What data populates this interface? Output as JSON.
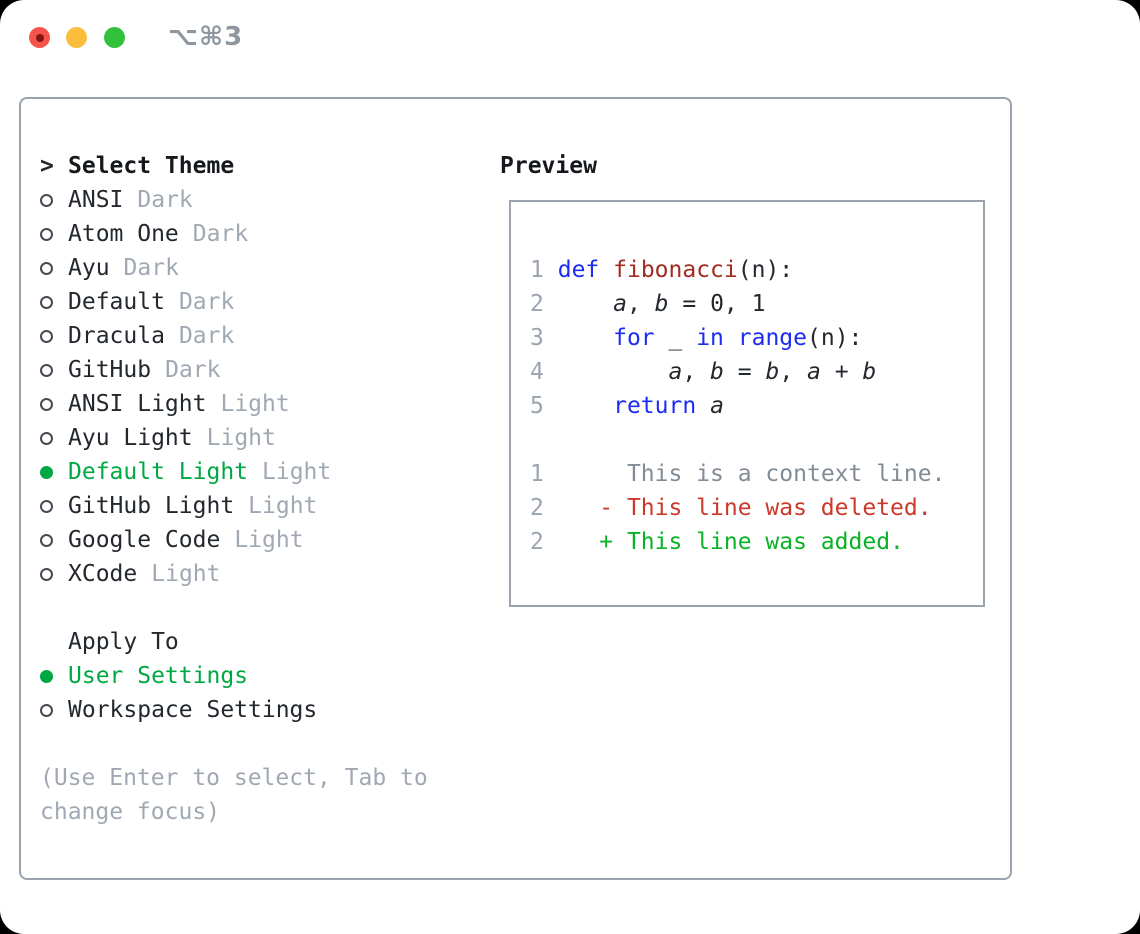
{
  "window": {
    "shortcut": "⌥⌘3"
  },
  "theme_list": {
    "prompt": ">",
    "title": "Select Theme",
    "items": [
      {
        "name": "ANSI",
        "variant": "Dark",
        "selected": false
      },
      {
        "name": "Atom One",
        "variant": "Dark",
        "selected": false
      },
      {
        "name": "Ayu",
        "variant": "Dark",
        "selected": false
      },
      {
        "name": "Default",
        "variant": "Dark",
        "selected": false
      },
      {
        "name": "Dracula",
        "variant": "Dark",
        "selected": false
      },
      {
        "name": "GitHub",
        "variant": "Dark",
        "selected": false
      },
      {
        "name": "ANSI Light",
        "variant": "Light",
        "selected": false
      },
      {
        "name": "Ayu Light",
        "variant": "Light",
        "selected": false
      },
      {
        "name": "Default Light",
        "variant": "Light",
        "selected": true
      },
      {
        "name": "GitHub Light",
        "variant": "Light",
        "selected": false
      },
      {
        "name": "Google Code",
        "variant": "Light",
        "selected": false
      },
      {
        "name": "XCode",
        "variant": "Light",
        "selected": false
      }
    ]
  },
  "apply_to": {
    "title": "Apply To",
    "options": [
      {
        "label": "User Settings",
        "selected": true
      },
      {
        "label": "Workspace Settings",
        "selected": false
      }
    ]
  },
  "help_text": "(Use Enter to select, Tab to change focus)",
  "preview": {
    "title": "Preview",
    "lines": [
      {
        "kind": "code",
        "tokens": [
          {
            "t": "1",
            "c": "ln"
          },
          {
            "t": " ",
            "c": "pl"
          },
          {
            "t": "def",
            "c": "kw"
          },
          {
            "t": " ",
            "c": "pl"
          },
          {
            "t": "fibonacci",
            "c": "fn"
          },
          {
            "t": "(n):",
            "c": "pl"
          }
        ]
      },
      {
        "kind": "code",
        "tokens": [
          {
            "t": "2",
            "c": "ln"
          },
          {
            "t": "     ",
            "c": "pl"
          },
          {
            "t": "a",
            "c": "var"
          },
          {
            "t": ", ",
            "c": "pl"
          },
          {
            "t": "b",
            "c": "var"
          },
          {
            "t": " = 0, 1",
            "c": "pl"
          }
        ]
      },
      {
        "kind": "code",
        "tokens": [
          {
            "t": "3",
            "c": "ln"
          },
          {
            "t": "     ",
            "c": "pl"
          },
          {
            "t": "for",
            "c": "kw"
          },
          {
            "t": " _ ",
            "c": "pl"
          },
          {
            "t": "in",
            "c": "kw"
          },
          {
            "t": " ",
            "c": "pl"
          },
          {
            "t": "range",
            "c": "kw"
          },
          {
            "t": "(n):",
            "c": "pl"
          }
        ]
      },
      {
        "kind": "code",
        "tokens": [
          {
            "t": "4",
            "c": "ln"
          },
          {
            "t": "         ",
            "c": "pl"
          },
          {
            "t": "a",
            "c": "var"
          },
          {
            "t": ", ",
            "c": "pl"
          },
          {
            "t": "b",
            "c": "var"
          },
          {
            "t": " = ",
            "c": "pl"
          },
          {
            "t": "b",
            "c": "var"
          },
          {
            "t": ", ",
            "c": "pl"
          },
          {
            "t": "a",
            "c": "var"
          },
          {
            "t": " + ",
            "c": "pl"
          },
          {
            "t": "b",
            "c": "var"
          }
        ]
      },
      {
        "kind": "code",
        "tokens": [
          {
            "t": "5",
            "c": "ln"
          },
          {
            "t": "     ",
            "c": "pl"
          },
          {
            "t": "return",
            "c": "kw"
          },
          {
            "t": " ",
            "c": "pl"
          },
          {
            "t": "a",
            "c": "var"
          }
        ]
      },
      {
        "kind": "blank",
        "tokens": []
      },
      {
        "kind": "context",
        "tokens": [
          {
            "t": "1",
            "c": "ln"
          },
          {
            "t": "      ",
            "c": "pl"
          },
          {
            "t": "This is a context line.",
            "c": "ctx"
          }
        ]
      },
      {
        "kind": "deleted",
        "tokens": [
          {
            "t": "2",
            "c": "ln"
          },
          {
            "t": "    ",
            "c": "pl"
          },
          {
            "t": "- This line was deleted.",
            "c": "del"
          }
        ]
      },
      {
        "kind": "added",
        "tokens": [
          {
            "t": "2",
            "c": "ln"
          },
          {
            "t": "    ",
            "c": "pl"
          },
          {
            "t": "+ This line was added.",
            "c": "add"
          }
        ]
      }
    ]
  },
  "colors": {
    "accent_green": "#00a843",
    "diff_added": "#0ab326",
    "diff_deleted": "#cb392a",
    "keyword_blue": "#1c2cf0",
    "function_red": "#a12c22",
    "muted_gray": "#a0a9b3",
    "line_number_gray": "#9aa4b0",
    "context_gray": "#828c96",
    "border_gray": "#9aa3ae",
    "traffic_red": "#f4544c",
    "traffic_yellow": "#fbbd3c",
    "traffic_green": "#33c13c"
  }
}
